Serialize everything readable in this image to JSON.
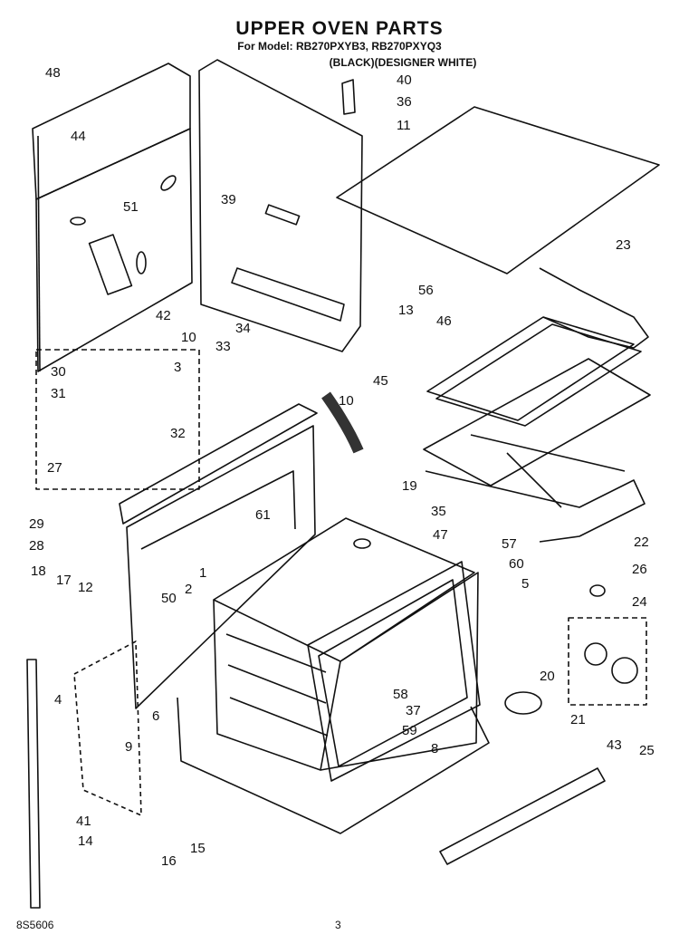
{
  "header": {
    "title": "UPPER OVEN PARTS",
    "models": "For Model: RB270PXYB3, RB270PXYQ3",
    "colors": "(BLACK)(DESIGNER WHITE)"
  },
  "callouts": [
    "48",
    "44",
    "51",
    "42",
    "30",
    "3",
    "31",
    "32",
    "27",
    "29",
    "28",
    "18",
    "17",
    "12",
    "4",
    "41",
    "14",
    "16",
    "15",
    "40",
    "36",
    "11",
    "39",
    "56",
    "13",
    "34",
    "33",
    "10",
    "10",
    "23",
    "46",
    "45",
    "1",
    "61",
    "50",
    "2",
    "6",
    "9",
    "19",
    "35",
    "47",
    "22",
    "57",
    "60",
    "5",
    "26",
    "24",
    "20",
    "21",
    "58",
    "37",
    "59",
    "8",
    "43",
    "25"
  ],
  "footer": {
    "doc_number": "8S5606",
    "page": "3"
  }
}
